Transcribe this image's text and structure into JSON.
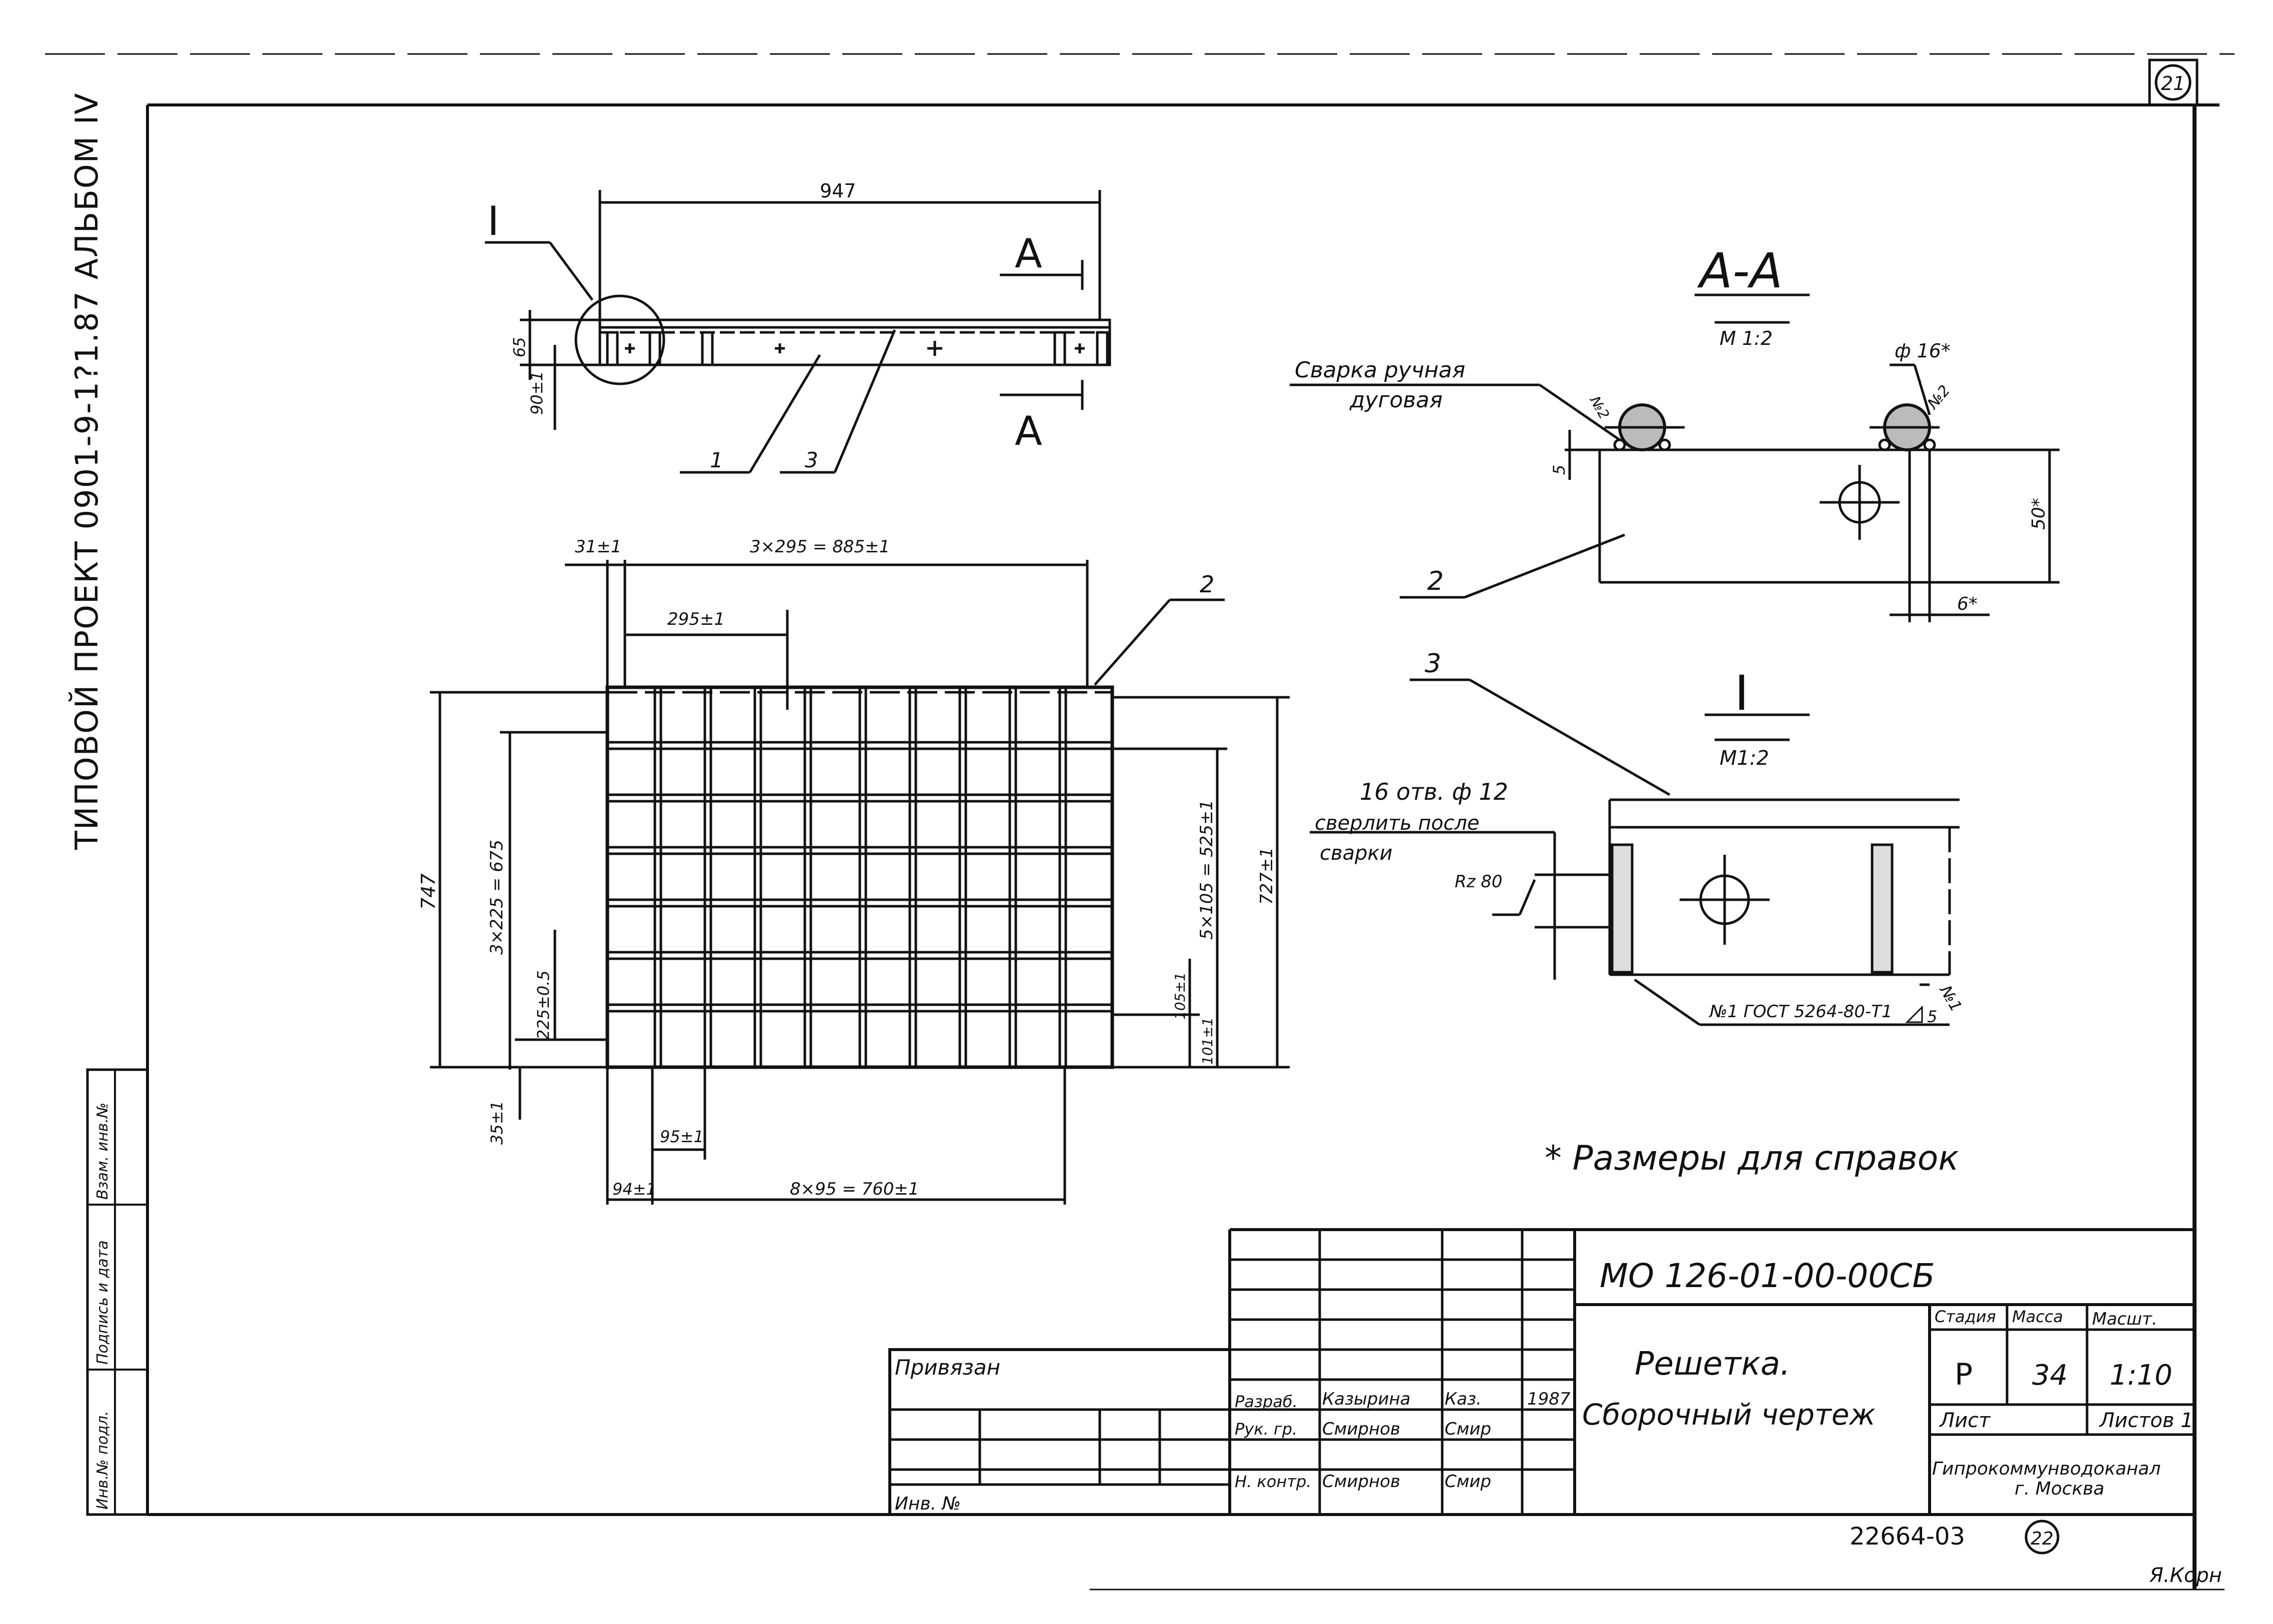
{
  "sheet": {
    "sheet_number_circle": "21",
    "bottom_sheet_number_circle": "22",
    "inventory_number": "22664-03",
    "album_title_vertical": "ТИПОВОЙ ПРОЕКТ 0901-9-1?1.87 АЛЬБОМ IV",
    "corner_signature": "Я.Корн"
  },
  "left_stamp": {
    "cells": [
      "Инв.№ подл.",
      "Подпись и дата",
      "Взам. инв.№"
    ]
  },
  "view_top": {
    "section_mark": "I",
    "section_cut": "A",
    "dims": {
      "length": "947",
      "height": "65",
      "offset": "90±1"
    },
    "callouts": [
      "1",
      "3"
    ]
  },
  "view_plan": {
    "callout": "2",
    "dims": {
      "top_left": "31±1",
      "top_total": "3×295 = 885±1",
      "top_pitch": "295±1",
      "left_total": "747",
      "left_chain": "3×225 = 675",
      "left_pitch": "225±0.5",
      "left_bottom": "35±1",
      "right_chain": "5×105 = 525±1",
      "right_total": "727±1",
      "right_pitch": "105±1",
      "right_bottom": "101±1",
      "bottom_pitch": "95±1",
      "bottom_left": "94±1",
      "bottom_chain": "8×95 = 760±1"
    }
  },
  "section_aa": {
    "title": "А-А",
    "scale": "М 1:2",
    "weld_note_line1": "Сварка ручная",
    "weld_note_line2": "дуговая",
    "rod_diameter": "ф 16*",
    "weld_leg_left": "№2",
    "weld_leg_right": "№2",
    "dim_left": "5",
    "dim_height": "50*",
    "dim_thickness": "6*",
    "callout": "2"
  },
  "detail_i": {
    "title": "I",
    "scale": "М1:2",
    "callout": "3",
    "hole_note_line1": "16 отв. ф 12",
    "hole_note_line2": "сверлить после",
    "hole_note_line3": "сварки",
    "roughness": "Rz 80",
    "weld_note": "№1 ГОСТ 5264-80-Т1",
    "weld_size": "5",
    "weld_right": "№1"
  },
  "reference_note": "* Размеры для справок",
  "title_block": {
    "doc_code": "МО 126-01-00-00СБ",
    "title_line1": "Решетка.",
    "title_line2": "Сборочный чертеж",
    "stage_label": "Стадия",
    "mass_label": "Масса",
    "scale_label": "Масшт.",
    "stage": "Р",
    "mass": "34",
    "scale": "1:10",
    "sheet_label": "Лист",
    "sheets_label": "Листов 1",
    "org_line1": "Гипрокоммунводоканал",
    "org_line2": "г. Москва",
    "bound_label": "Привязан",
    "inv_label": "Инв. №",
    "roles": [
      {
        "role": "Разраб.",
        "name": "Казырина",
        "sign": "Каз.",
        "date": "1987"
      },
      {
        "role": "Рук. гр.",
        "name": "Смирнов",
        "sign": "Смир",
        "date": ""
      },
      {
        "role": "Н. контр.",
        "name": "Смирнов",
        "sign": "Смир",
        "date": ""
      }
    ]
  }
}
